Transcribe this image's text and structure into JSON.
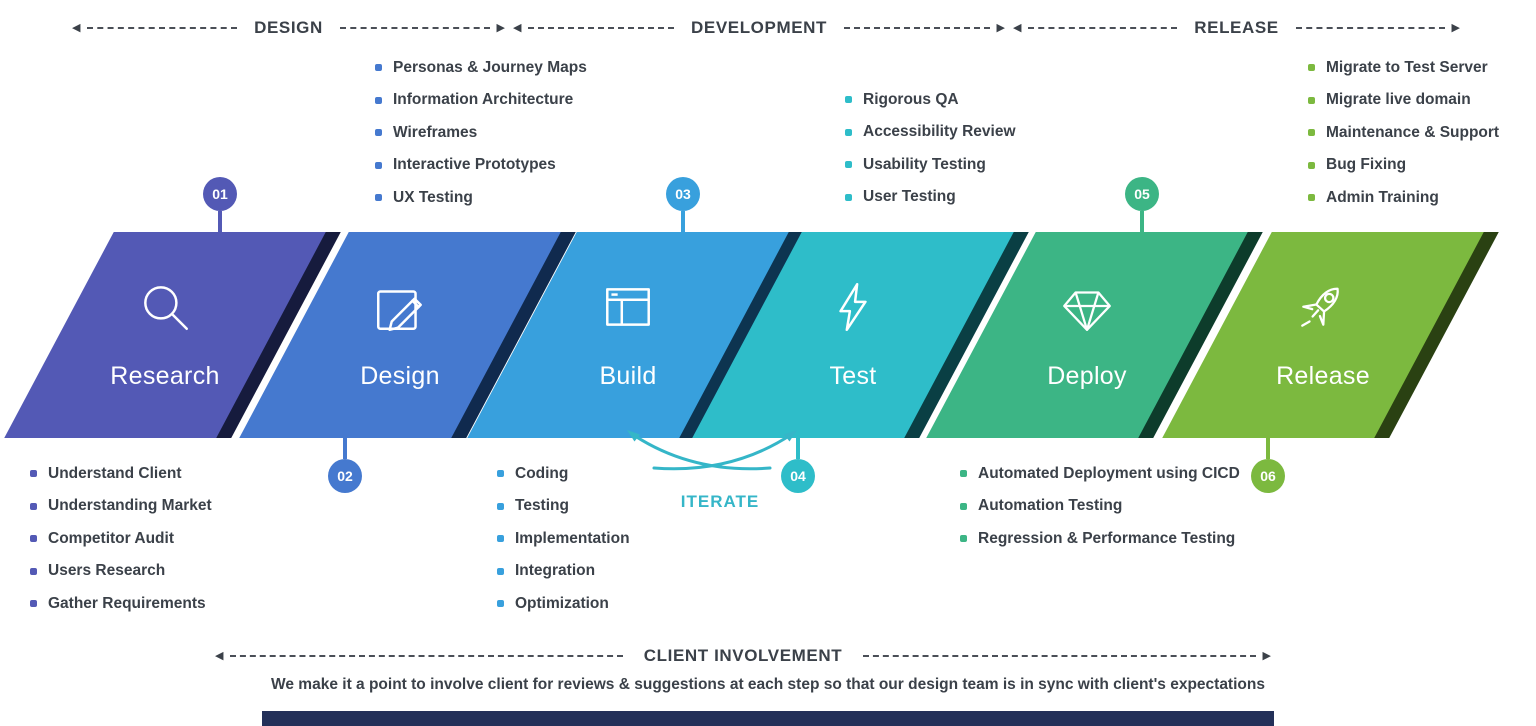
{
  "phases": [
    {
      "label": "DESIGN"
    },
    {
      "label": "DEVELOPMENT"
    },
    {
      "label": "RELEASE"
    }
  ],
  "stages": [
    {
      "number": "01",
      "label": "Research",
      "color": "#5359b5",
      "shadow_color": "#161b3d",
      "icon": "search-icon",
      "items": [
        "Understand Client",
        "Understanding Market",
        "Competitor Audit",
        "Users Research",
        "Gather Requirements"
      ]
    },
    {
      "number": "02",
      "label": "Design",
      "color": "#4579cf",
      "shadow_color": "#102a4e",
      "icon": "pencil-icon",
      "items": [
        "Personas & Journey Maps",
        "Information Architecture",
        "Wireframes",
        "Interactive Prototypes",
        "UX Testing"
      ]
    },
    {
      "number": "03",
      "label": "Build",
      "color": "#38a0dd",
      "shadow_color": "#0d3450",
      "icon": "layout-icon",
      "items": [
        "Coding",
        "Testing",
        "Implementation",
        "Integration",
        "Optimization"
      ]
    },
    {
      "number": "04",
      "label": "Test",
      "color": "#2ebdc9",
      "shadow_color": "#0a3f44",
      "icon": "lightning-icon",
      "items": [
        "Rigorous QA",
        "Accessibility Review",
        "Usability Testing",
        "User Testing"
      ]
    },
    {
      "number": "05",
      "label": "Deploy",
      "color": "#3cb585",
      "shadow_color": "#0d3c2b",
      "icon": "gem-icon",
      "items": [
        "Automated Deployment using CICD",
        "Automation Testing",
        "Regression & Performance Testing"
      ]
    },
    {
      "number": "06",
      "label": "Release",
      "color": "#7cb93f",
      "shadow_color": "#2a4112",
      "icon": "rocket-icon",
      "items": [
        "Migrate to Test Server",
        "Migrate live domain",
        "Maintenance & Support",
        "Bug Fixing",
        "Admin Training"
      ]
    }
  ],
  "iterate": {
    "label": "ITERATE",
    "color": "#35b6c8"
  },
  "client_involvement": {
    "label": "CLIENT INVOLVEMENT",
    "description": "We make it a point to involve client for reviews & suggestions at each step so that our design team is in sync with client's expectations"
  },
  "footer_bar_color": "#233059"
}
